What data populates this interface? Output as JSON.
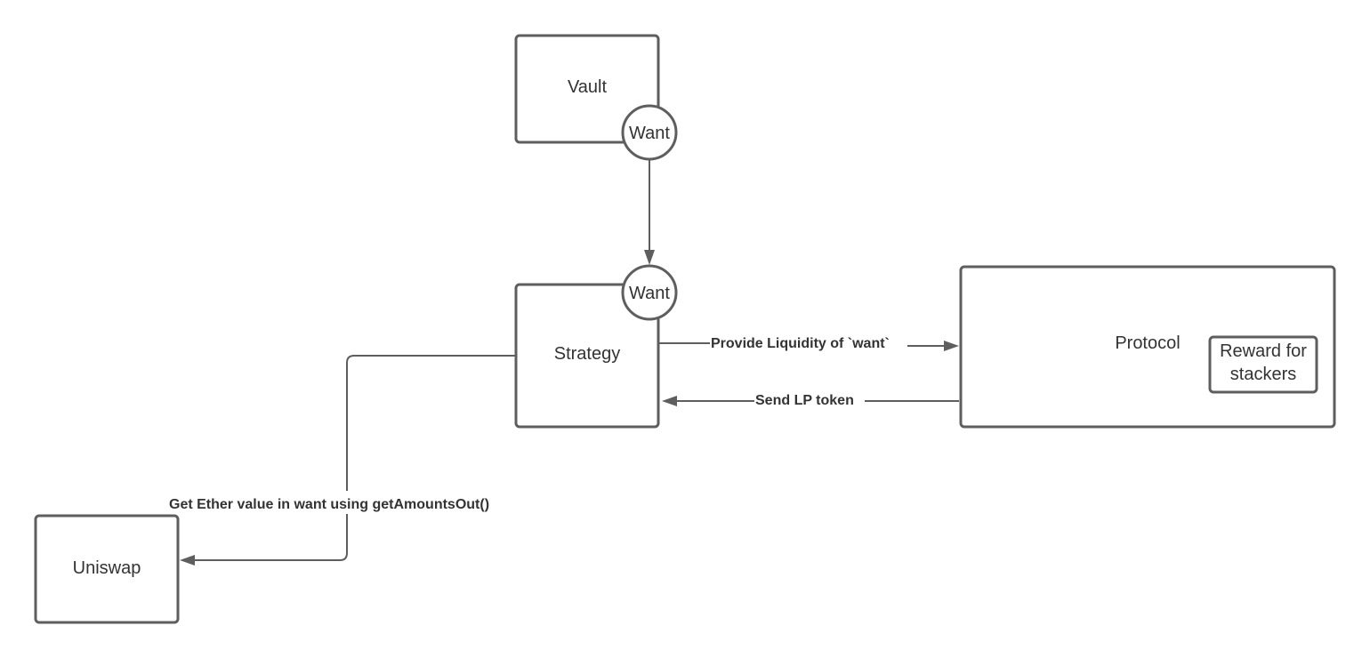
{
  "nodes": {
    "vault": "Vault",
    "vault_want": "Want",
    "strategy": "Strategy",
    "strategy_want": "Want",
    "protocol": "Protocol",
    "reward_line1": "Reward for",
    "reward_line2": "stackers",
    "uniswap": "Uniswap"
  },
  "edges": {
    "provide_liquidity": "Provide Liquidity of `want`",
    "send_lp_token": "Send LP token",
    "get_ether_value": "Get Ether value in want using getAmountsOut()"
  },
  "colors": {
    "stroke": "#5e5e5e",
    "text": "#333333",
    "background": "#ffffff"
  }
}
